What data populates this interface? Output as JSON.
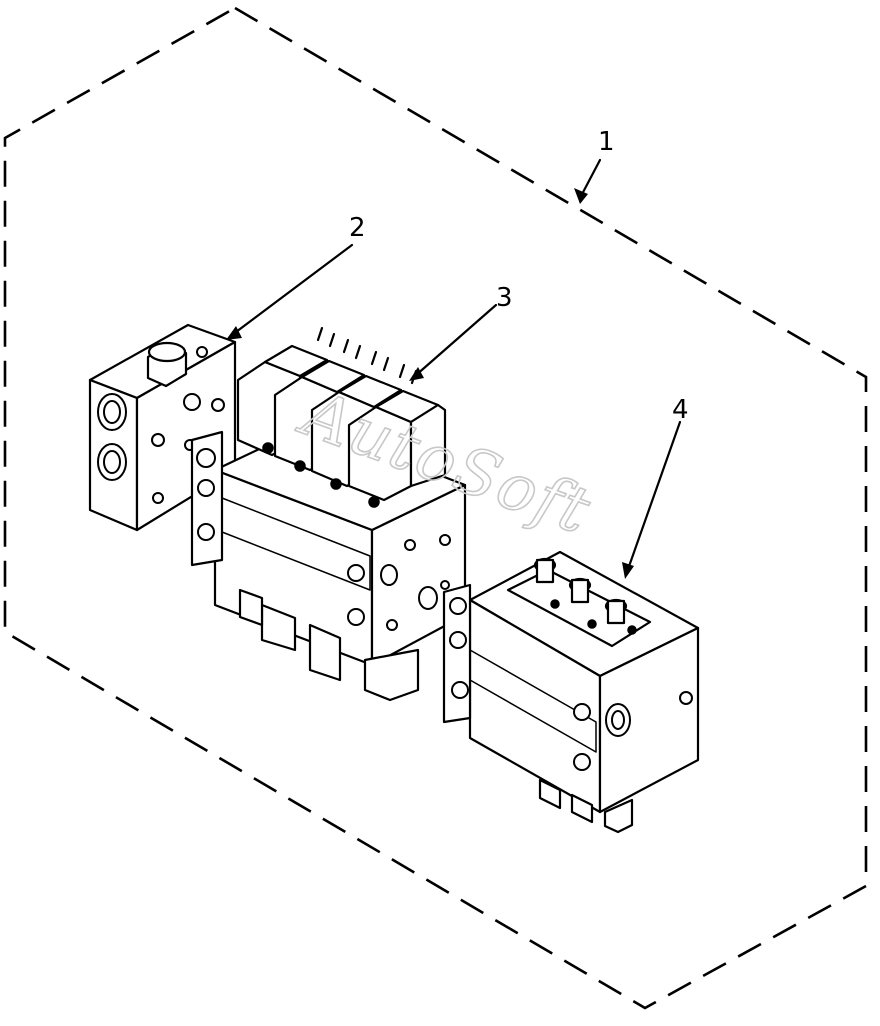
{
  "callouts": {
    "c1": "1",
    "c2": "2",
    "c3": "3",
    "c4": "4"
  },
  "watermark": "AutoSoft",
  "colors": {
    "ink": "#000000",
    "paper": "#ffffff",
    "watermark": "#c8c8c8"
  }
}
